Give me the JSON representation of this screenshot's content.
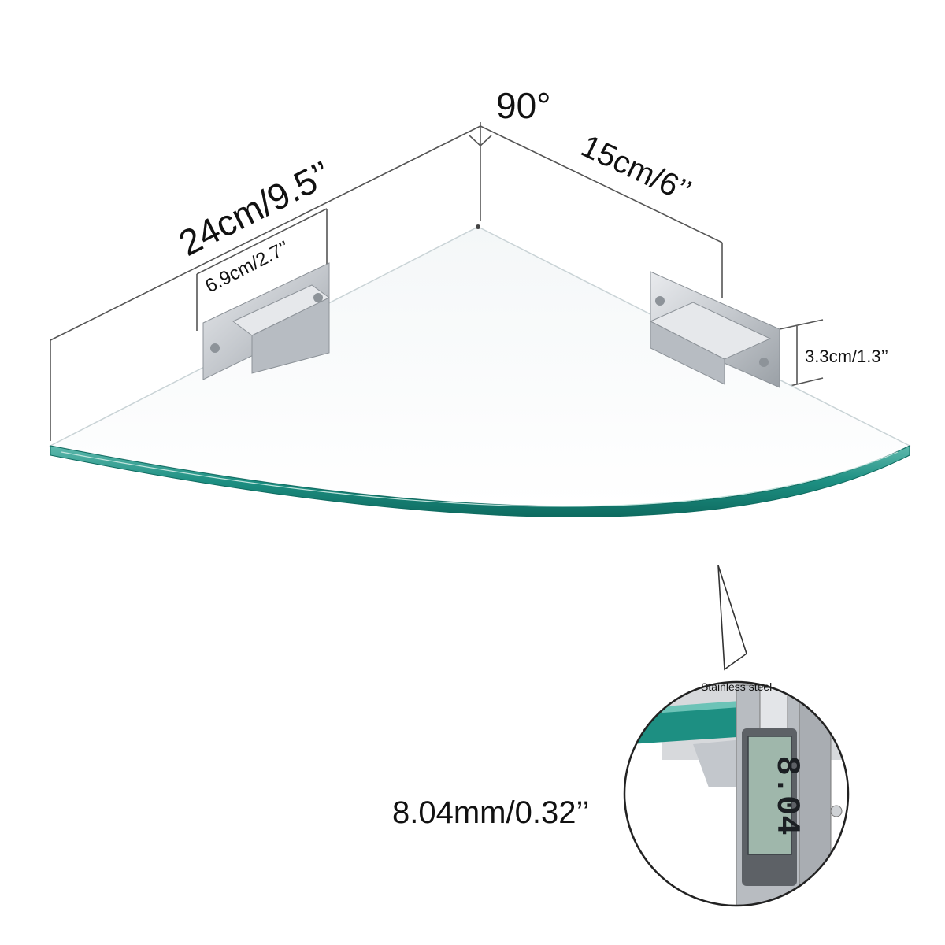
{
  "dimensions": {
    "angle": "90°",
    "long_side": "24cm/9.5’’",
    "short_side": "15cm/6’’",
    "bracket_width": "6.9cm/2.7’’",
    "bracket_height": "3.3cm/1.3’’",
    "glass_thickness": "8.04mm/0.32’’"
  },
  "caliper": {
    "reading": "8.04",
    "plate_text": "Stainless steel"
  },
  "colors": {
    "glass_edge": "#1d8f82",
    "glass_edge_dark": "#0e6b60",
    "metal": "#c9ccd0",
    "dim_line": "#555555",
    "lcd": "#9fb7ab"
  }
}
